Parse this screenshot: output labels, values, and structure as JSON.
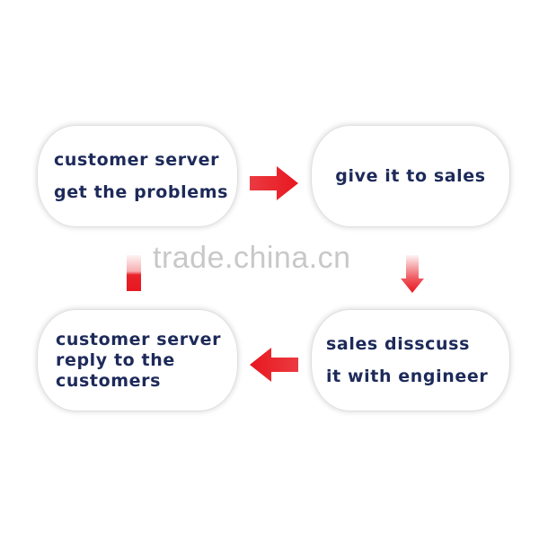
{
  "watermark": "trade.china.cn",
  "steps": [
    {
      "lines": [
        "customer server",
        "get the problems"
      ]
    },
    {
      "lines": [
        "give it to sales"
      ]
    },
    {
      "lines": [
        "sales disscuss",
        "it with engineer"
      ]
    },
    {
      "lines": [
        "customer server",
        "reply to the",
        "customers"
      ]
    }
  ],
  "colors": {
    "text": "#1d2a5a",
    "arrow": "#e8171f"
  },
  "arrows": [
    {
      "from": 1,
      "to": 2,
      "direction": "right"
    },
    {
      "from": 2,
      "to": 3,
      "direction": "down"
    },
    {
      "from": 3,
      "to": 4,
      "direction": "left"
    },
    {
      "from": 4,
      "to": 1,
      "direction": "up"
    }
  ]
}
